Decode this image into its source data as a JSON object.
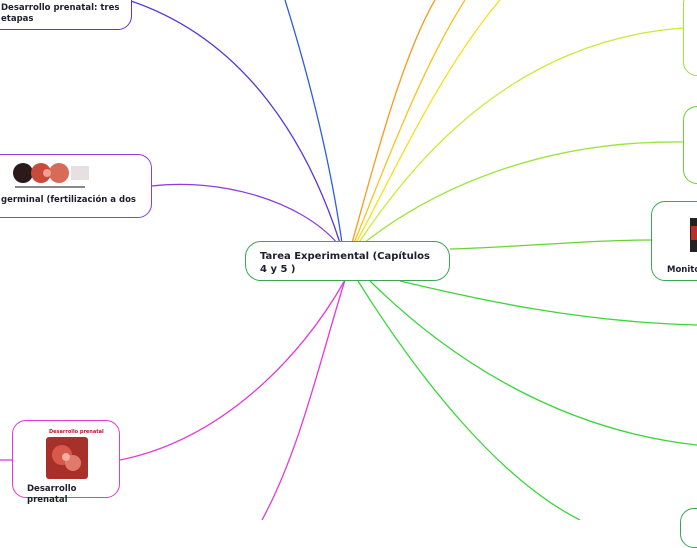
{
  "center": {
    "title": "Tarea Experimental (Capítulos 4 y 5 )"
  },
  "nodes": {
    "tres_etapas": {
      "label": "Desarrollo prenatal: tres etapas"
    },
    "germinal": {
      "label": "germinal (fertilización a dos"
    },
    "prenatal": {
      "label": "Desarrollo prenatal",
      "image_caption": "Desarrollo prenatal"
    },
    "monitor": {
      "label": "Monitor"
    }
  },
  "colors": {
    "center_border": "#3aa657",
    "blue": "#2f5de0",
    "violet": "#5a36d8",
    "purple": "#8a3de0",
    "magenta": "#e23ad8",
    "orange": "#f59a1c",
    "yellow": "#f5d21c",
    "lime": "#9ee43a",
    "green": "#3ad63a"
  }
}
